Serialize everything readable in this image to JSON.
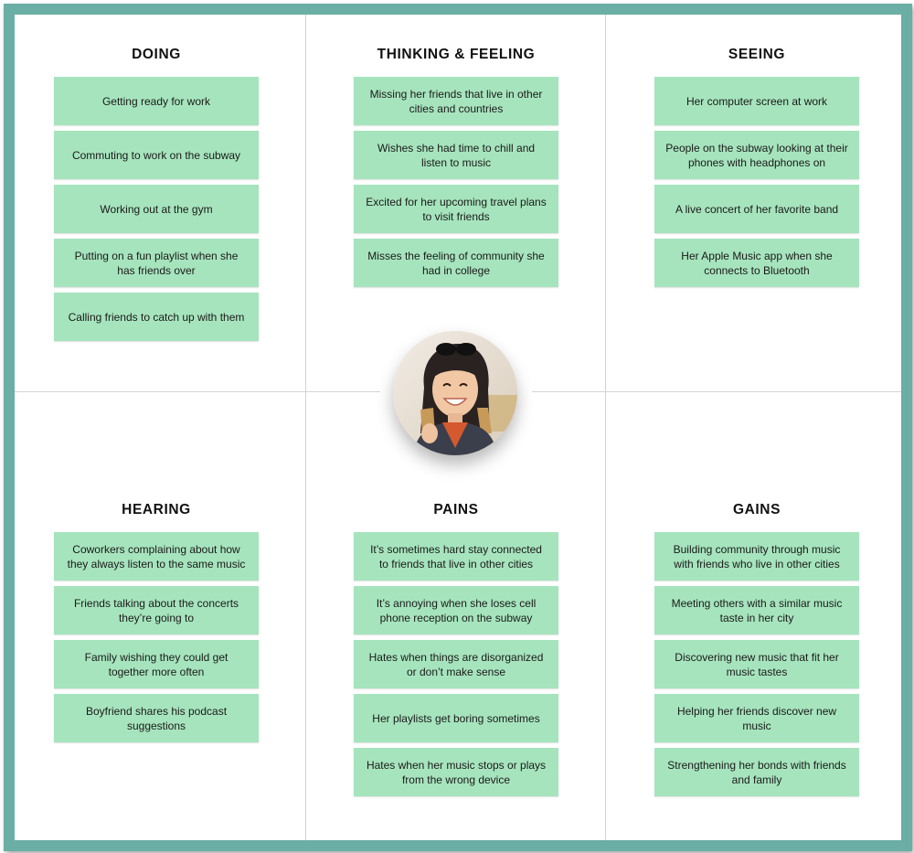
{
  "quadrants": {
    "doing": {
      "title": "DOING",
      "notes": [
        "Getting ready for work",
        "Commuting to work on the subway",
        "Working out at the gym",
        "Putting on a fun playlist when she has friends over",
        "Calling friends to catch up with them"
      ]
    },
    "thinking_feeling": {
      "title": "THINKING & FEELING",
      "notes": [
        "Missing her friends that live in other cities and countries",
        "Wishes she had time to chill and listen to music",
        "Excited for her upcoming travel plans to visit friends",
        "Misses the feeling of community she had in college"
      ]
    },
    "seeing": {
      "title": "SEEING",
      "notes": [
        "Her computer screen at work",
        "People on the subway looking at their phones with headphones on",
        "A live concert of her favorite band",
        "Her Apple Music app when she connects to Bluetooth"
      ]
    },
    "hearing": {
      "title": "HEARING",
      "notes": [
        "Coworkers complaining about how they always listen to the same music",
        "Friends talking about the concerts they’re going to",
        "Family wishing they could get together more often",
        "Boyfriend shares his podcast suggestions"
      ]
    },
    "pains": {
      "title": "PAINS",
      "notes": [
        "It’s sometimes hard stay connected to friends that live in other cities",
        "It’s annoying when she loses cell phone reception on the subway",
        "Hates when things are disorganized or don’t make sense",
        "Her playlists get boring sometimes",
        "Hates when her music stops or plays from the wrong device"
      ]
    },
    "gains": {
      "title": "GAINS",
      "notes": [
        "Building community through music with friends who live in other cities",
        "Meeting others with a similar music taste in her city",
        "Discovering new music that fit her music tastes",
        "Helping her friends discover new music",
        "Strengthening her bonds with friends and family"
      ]
    }
  },
  "colors": {
    "frame": "#6aaea5",
    "sticky_note": "#a6e4bd",
    "divider": "#d4d4d4"
  }
}
